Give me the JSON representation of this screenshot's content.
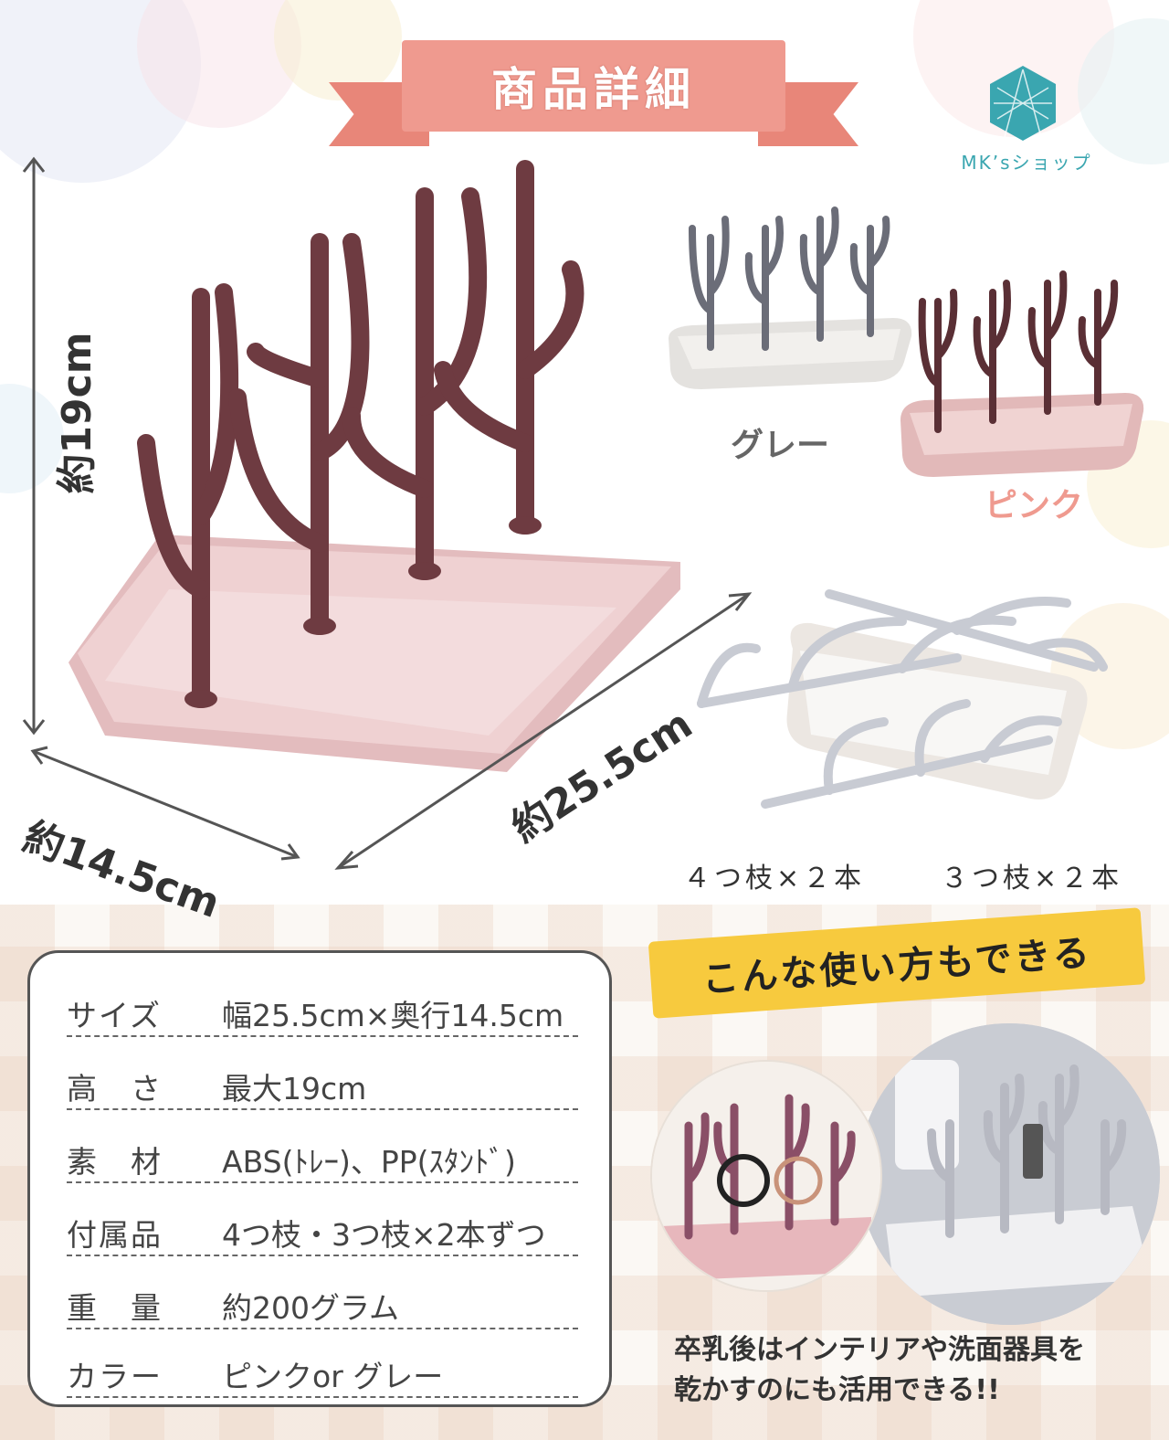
{
  "header": {
    "title": "商品詳細"
  },
  "logo": {
    "name": "MK’sショップ"
  },
  "dimensions": {
    "height": "約19cm",
    "depth": "約14.5cm",
    "width": "約25.5cm"
  },
  "colors": {
    "gray_label": "グレー",
    "pink_label": "ピンク",
    "accent_pink": "#ef9a8f",
    "product_brown": "#6e3b41",
    "tray_pink": "#e9c6c8",
    "gray_product": "#6b6d78",
    "logo_teal": "#3aa6b0",
    "yellow": "#f7ca3e"
  },
  "parts": {
    "four_branch": "４つ枝×２本",
    "three_branch": "３つ枝×２本"
  },
  "specs": [
    {
      "key": "サイズ",
      "value": "幅25.5cm×奥行14.5cm"
    },
    {
      "key": "高　さ",
      "value": "最大19cm"
    },
    {
      "key": "素　材",
      "value": "ABS(ﾄﾚｰ)、PP(ｽﾀﾝﾄﾞ)"
    },
    {
      "key": "付属品",
      "value": "4つ枝・3つ枝×2本ずつ"
    },
    {
      "key": "重　量",
      "value": "約200グラム"
    },
    {
      "key": "カラー",
      "value": "ピンクor グレー"
    }
  ],
  "usage": {
    "title": "こんな使い方もできる",
    "caption_line1": "卒乳後はインテリアや洗面器具を",
    "caption_line2": "乾かすのにも活用できる!!"
  }
}
